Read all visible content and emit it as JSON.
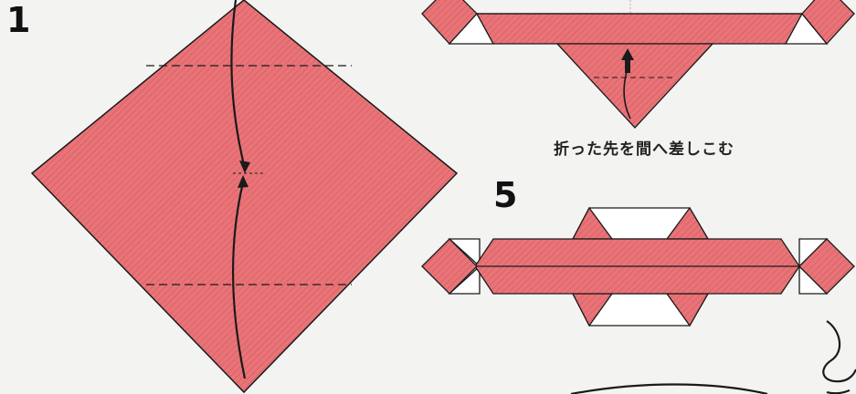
{
  "steps": {
    "step1_number": "1",
    "step5_number": "5"
  },
  "instructions": {
    "tuck_caption": "折った先を間へ差しこむ"
  },
  "colors": {
    "paper_pink": "#e87478",
    "paper_stripe": "#d65a62",
    "paper_white": "#ffffff",
    "outline": "#1a1a1a",
    "background": "#f3f3f1"
  },
  "icons": {
    "fold_arrow": "curved-arrow-icon",
    "push_arrow": "up-arrow-icon"
  }
}
